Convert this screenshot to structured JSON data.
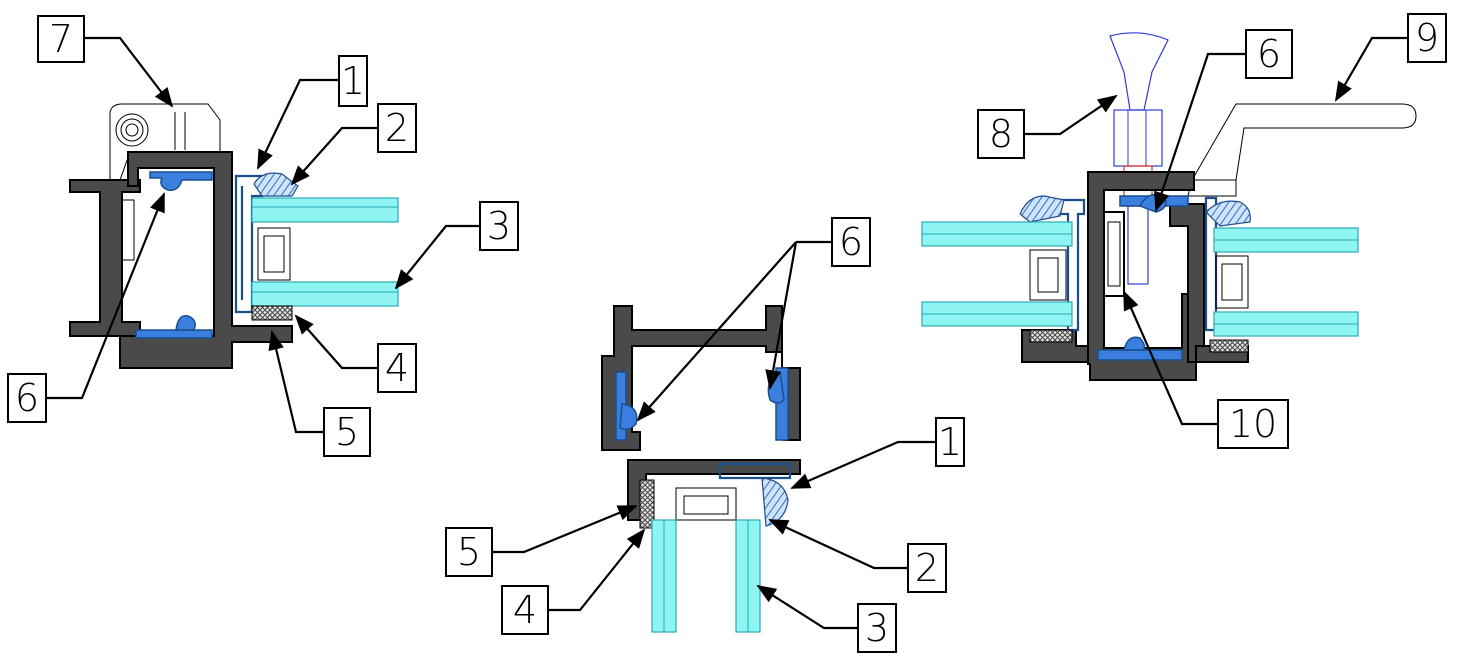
{
  "colors": {
    "frame": "#4a4a4a",
    "glass": "#8ff5f2",
    "gasket": "#3a7fe0",
    "glazing_seal": "#5b9de6",
    "tape": "#3c3c3c",
    "handle": "#2e3fd1",
    "lock_detail": "#e03030"
  },
  "callouts": {
    "c1": "1",
    "c2": "2",
    "c3": "3",
    "c4": "4",
    "c5": "5",
    "c6": "6",
    "c7": "7",
    "c8": "8",
    "c9": "9",
    "c10": "10"
  }
}
